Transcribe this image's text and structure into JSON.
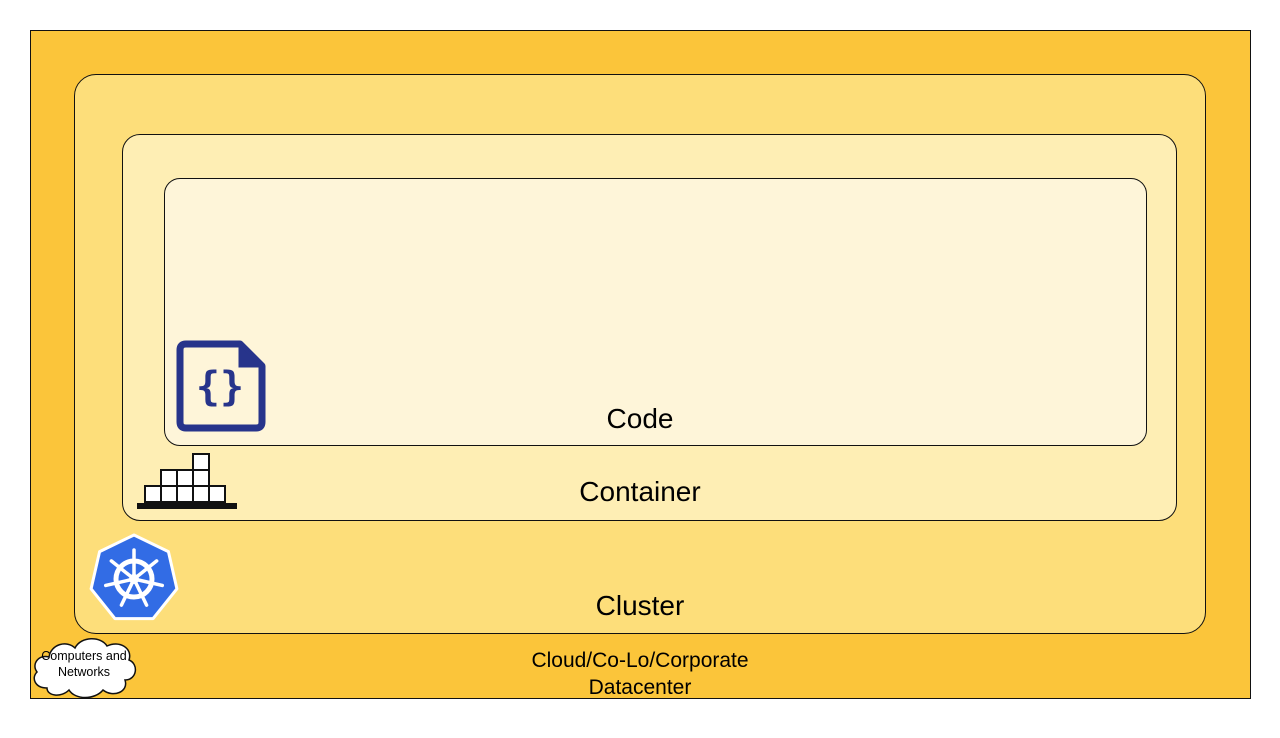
{
  "diagram": {
    "layers": {
      "datacenter": {
        "label": "Cloud/Co-Lo/Corporate Datacenter",
        "fill": "#fbc53a"
      },
      "cluster": {
        "label": "Cluster",
        "fill": "#fdde7a"
      },
      "container": {
        "label": "Container",
        "fill": "#feeeb4"
      },
      "code": {
        "label": "Code",
        "fill": "#fef5d9"
      }
    },
    "icons": {
      "code": {
        "name": "code-file-icon",
        "color": "#27348b"
      },
      "container": {
        "name": "container-ship-icon",
        "color": "#111111"
      },
      "kubernetes": {
        "name": "kubernetes-helm-icon",
        "color": "#326ce5"
      },
      "cloud": {
        "name": "cloud-icon",
        "label": "Computers and Networks"
      }
    }
  }
}
